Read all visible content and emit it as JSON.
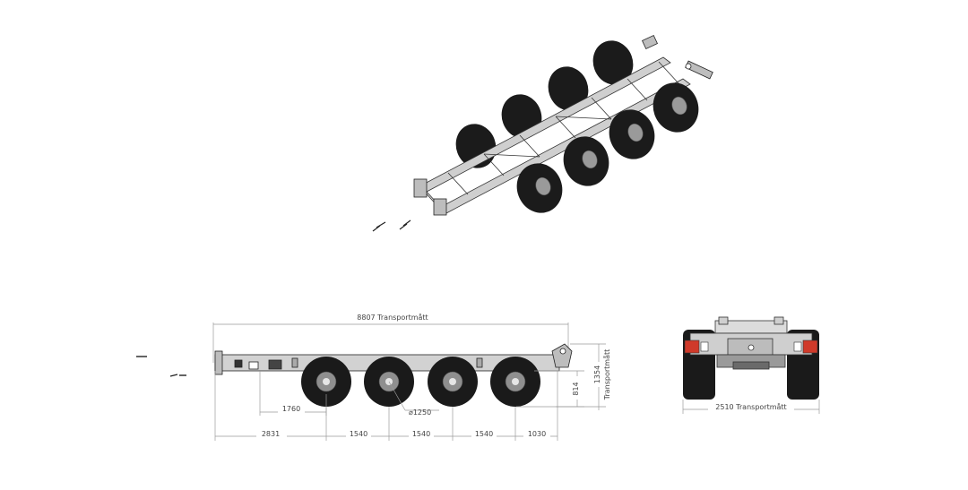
{
  "drawing": {
    "overall_length_label": "8807 Transportmått",
    "overall_width_label": "2510 Transportmått",
    "overall_height_label": "1354",
    "deck_height_label": "814",
    "first_axle_offset_label": "1760",
    "wheel_diameter_label": "⌀1250",
    "bottom_dims": [
      "2831",
      "1540",
      "1540",
      "1540",
      "1030"
    ]
  },
  "colors": {
    "line": "#222222",
    "dimension": "#9a9a9a",
    "tire": "#1a1a1a",
    "frame": "#c8c8c8",
    "tail_light": "#d03a2a"
  }
}
